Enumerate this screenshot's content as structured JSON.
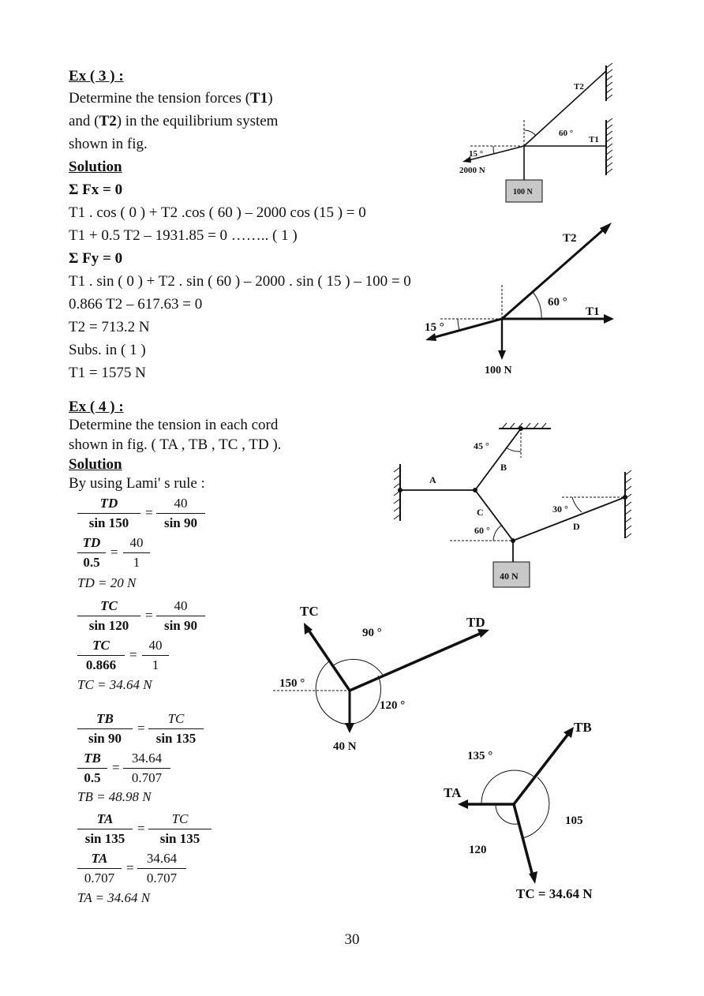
{
  "ex3": {
    "heading": "Ex ( 3 ) :",
    "problem": [
      "Determine the tension forces (",
      "T1",
      ")",
      "and (",
      "T2",
      ") in the equilibrium system",
      "shown in fig."
    ],
    "solution_label": "Solution",
    "lines": [
      "Σ Fx = 0",
      "T1 . cos ( 0 ) + T2 .cos ( 60 ) – 2000 cos (15 ) = 0",
      "T1 + 0.5 T2 – 1931.85 = 0 …….. ( 1 )",
      "Σ Fy = 0",
      "T1 . sin ( 0 ) + T2 . sin ( 60 ) – 2000 . sin ( 15 ) – 100 = 0",
      "0.866 T2 – 617.63 = 0",
      "T2 = 713.2 N",
      "Subs. in ( 1 )",
      "T1 = 1575 N"
    ],
    "fig1": {
      "t2": "T2",
      "t1": "T1",
      "angle60": "60 °",
      "angle15": "15 °",
      "force": "2000 N",
      "weight": "100 N"
    },
    "fig2": {
      "t2": "T2",
      "t1": "T1",
      "angle60": "60 °",
      "angle15": "15 °",
      "weight": "100 N"
    }
  },
  "ex4": {
    "heading": "Ex ( 4 ) :",
    "problem": [
      "Determine the tension in each cord",
      "shown in fig. ( TA , TB , TC , TD )."
    ],
    "solution_label": "Solution",
    "rule": "By using Lami' s rule :",
    "f1": {
      "num_l": "TD",
      "den_l": "sin 150",
      "num_r": "40",
      "den_r": "sin 90"
    },
    "f2": {
      "num_l": "TD",
      "den_l": "0.5",
      "num_r": "40",
      "den_r": "1"
    },
    "r1": "TD = 20 N",
    "f3": {
      "num_l": "TC",
      "den_l": "sin 120",
      "num_r": "40",
      "den_r": "sin 90"
    },
    "f4": {
      "num_l": "TC",
      "den_l": "0.866",
      "num_r": "40",
      "den_r": "1"
    },
    "r2": "TC = 34.64 N",
    "f5": {
      "num_l": "TB",
      "den_l": "sin 90",
      "num_r": "TC",
      "den_r": "sin 135"
    },
    "f6": {
      "num_l": "TB",
      "den_l": "0.5",
      "num_r": "34.64",
      "den_r": "0.707"
    },
    "r3": "TB = 48.98 N",
    "f7": {
      "num_l": "TA",
      "den_l": "sin 135",
      "num_r": "TC",
      "den_r": "sin 135"
    },
    "f8": {
      "num_l": "TA",
      "den_l": "0.707",
      "num_r": "34.64",
      "den_r": "0.707"
    },
    "r4": "TA = 34.64 N",
    "fig3": {
      "a": "A",
      "b": "B",
      "c": "C",
      "d": "D",
      "a45": "45 °",
      "a30": "30 °",
      "a60": "60 °",
      "weight": "40 N"
    },
    "fig4": {
      "tc": "TC",
      "td": "TD",
      "a90": "90 °",
      "a150": "150 °",
      "a120": "120 °",
      "weight": "40 N"
    },
    "fig5": {
      "tb": "TB",
      "ta": "TA",
      "tc": "TC = 34.64  N",
      "a135": "135 °",
      "a105": "105",
      "a120": "120"
    }
  },
  "page_number": "30"
}
